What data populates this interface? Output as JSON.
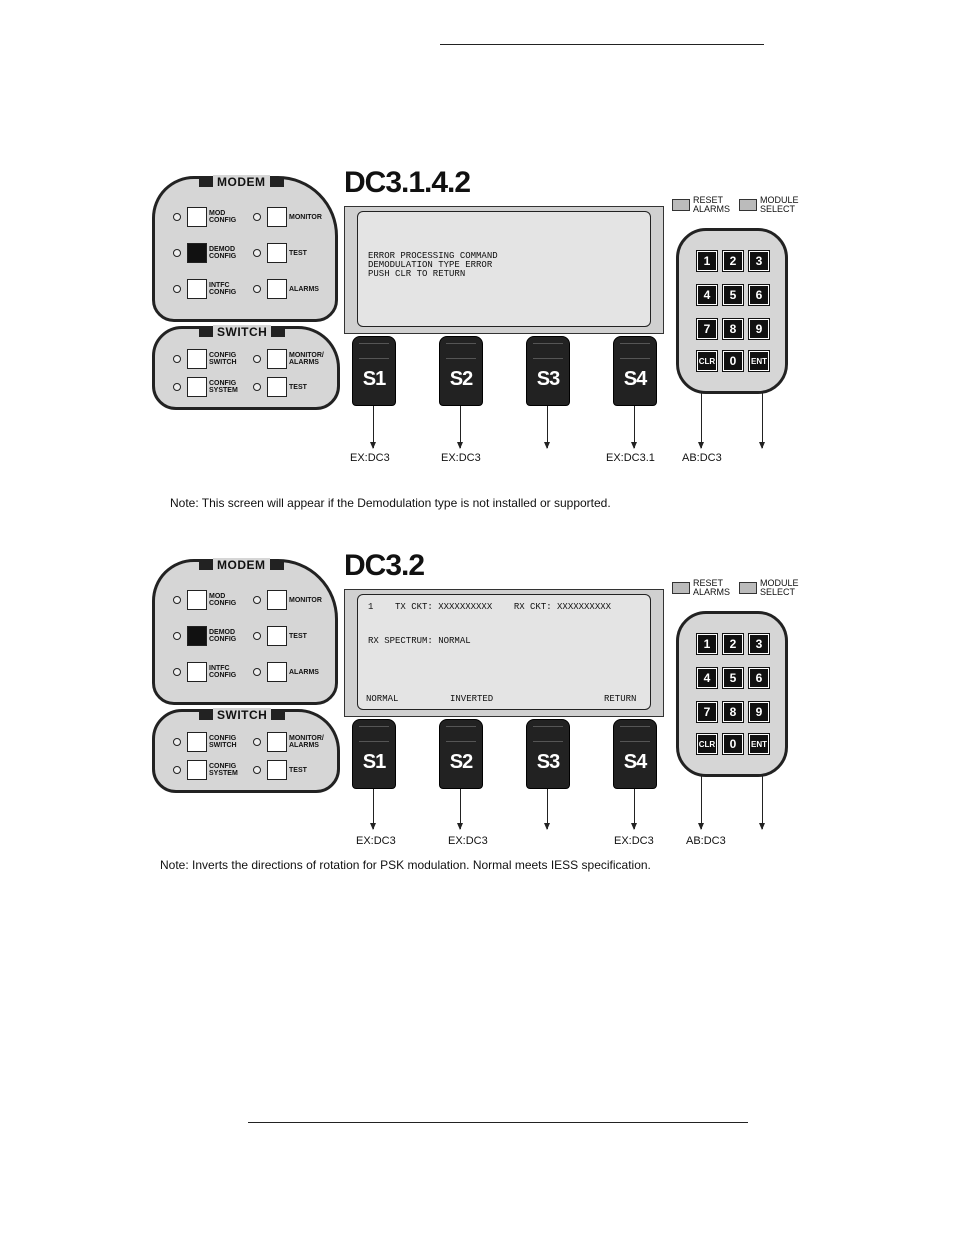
{
  "figures": [
    {
      "title": "DC3.1.4.2",
      "modem_panel": {
        "title": "MODEM",
        "buttons": [
          "MOD CONFIG",
          "MONITOR",
          "DEMOD CONFIG",
          "TEST",
          "INTFC CONFIG",
          "ALARMS"
        ],
        "active": "DEMOD CONFIG"
      },
      "switch_panel": {
        "title": "SWITCH",
        "buttons": [
          "CONFIG SWITCH",
          "MONITOR/ ALARMS",
          "CONFIG SYSTEM",
          "TEST"
        ]
      },
      "screen_lines": [
        "ERROR PROCESSING COMMAND",
        "DEMODULATION TYPE ERROR",
        "PUSH CLR TO RETURN"
      ],
      "softkeys": [
        "S1",
        "S2",
        "S3",
        "S4"
      ],
      "softkey_targets": [
        "EX:DC3",
        "EX:DC3",
        "",
        "EX:DC3.1"
      ],
      "reset_label": "RESET ALARMS",
      "module_label": "MODULE SELECT",
      "keypad": [
        "1",
        "2",
        "3",
        "4",
        "5",
        "6",
        "7",
        "8",
        "9",
        "CLR",
        "0",
        "ENT"
      ],
      "clr_target": "AB:DC3",
      "ent_target": "",
      "note": "Note: This screen will appear if the Demodulation type is not installed or supported."
    },
    {
      "title": "DC3.2",
      "modem_panel": {
        "title": "MODEM",
        "buttons": [
          "MOD CONFIG",
          "MONITOR",
          "DEMOD CONFIG",
          "TEST",
          "INTFC CONFIG",
          "ALARMS"
        ],
        "active": "DEMOD CONFIG"
      },
      "switch_panel": {
        "title": "SWITCH",
        "buttons": [
          "CONFIG SWITCH",
          "MONITOR/ ALARMS",
          "CONFIG SYSTEM",
          "TEST"
        ]
      },
      "screen_header": "1    TX CKT: XXXXXXXXXX    RX CKT: XXXXXXXXXX",
      "screen_body": "RX SPECTRUM: NORMAL",
      "screen_soft_labels": [
        "NORMAL",
        "INVERTED",
        "RETURN"
      ],
      "softkeys": [
        "S1",
        "S2",
        "S3",
        "S4"
      ],
      "softkey_targets": [
        "EX:DC3",
        "EX:DC3",
        "",
        "EX:DC3"
      ],
      "reset_label": "RESET ALARMS",
      "module_label": "MODULE SELECT",
      "keypad": [
        "1",
        "2",
        "3",
        "4",
        "5",
        "6",
        "7",
        "8",
        "9",
        "CLR",
        "0",
        "ENT"
      ],
      "clr_target": "AB:DC3",
      "ent_target": "",
      "note": "Note: Inverts the directions of rotation for PSK modulation.  Normal meets IESS specification."
    }
  ]
}
